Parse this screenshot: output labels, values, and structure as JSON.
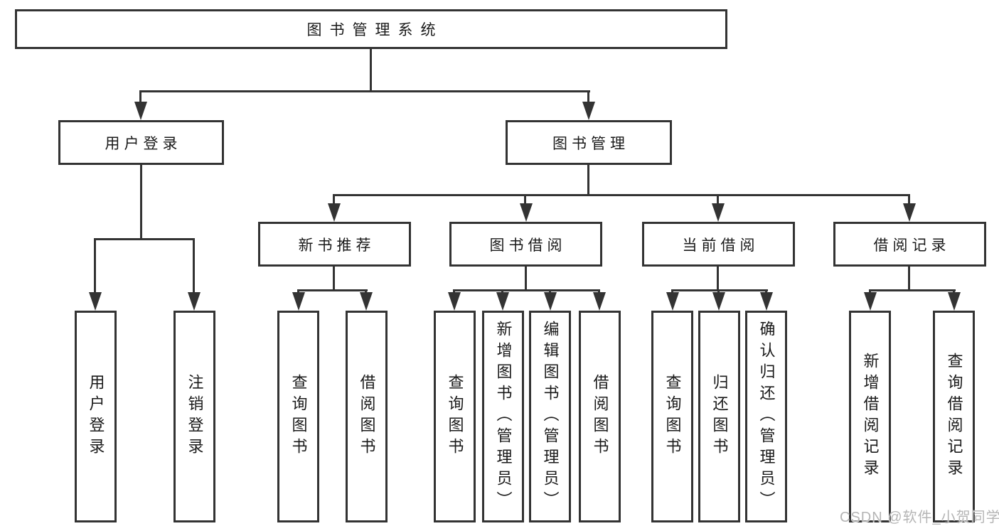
{
  "diagram": {
    "title": "图书管理系统",
    "nodes": {
      "root": {
        "label": "图书管理系统"
      },
      "level2": [
        {
          "label": "用户登录",
          "parent": "图书管理系统"
        },
        {
          "label": "图书管理",
          "parent": "图书管理系统"
        }
      ],
      "level3": [
        {
          "label": "新书推荐",
          "parent": "图书管理"
        },
        {
          "label": "图书借阅",
          "parent": "图书管理"
        },
        {
          "label": "当前借阅",
          "parent": "图书管理"
        },
        {
          "label": "借阅记录",
          "parent": "图书管理"
        }
      ],
      "leaves": [
        {
          "label": "用户登录",
          "parent": "用户登录"
        },
        {
          "label": "注销登录",
          "parent": "用户登录"
        },
        {
          "label": "查询图书",
          "parent": "新书推荐"
        },
        {
          "label": "借阅图书",
          "parent": "新书推荐"
        },
        {
          "label": "查询图书",
          "parent": "图书借阅"
        },
        {
          "label": "新增图书（管理员）",
          "parent": "图书借阅"
        },
        {
          "label": "编辑图书（管理员）",
          "parent": "图书借阅"
        },
        {
          "label": "借阅图书",
          "parent": "图书借阅"
        },
        {
          "label": "查询图书",
          "parent": "当前借阅"
        },
        {
          "label": "归还图书",
          "parent": "当前借阅"
        },
        {
          "label": "确认归还（管理员）",
          "parent": "当前借阅"
        },
        {
          "label": "新增借阅记录",
          "parent": "借阅记录"
        },
        {
          "label": "查询借阅记录",
          "parent": "借阅记录"
        }
      ]
    }
  },
  "watermark": "CSDN @软件_小贺同学",
  "colors": {
    "line": "#333333",
    "text": "#1a1a1a",
    "watermark": "#b5b5b5",
    "background": "#ffffff"
  }
}
